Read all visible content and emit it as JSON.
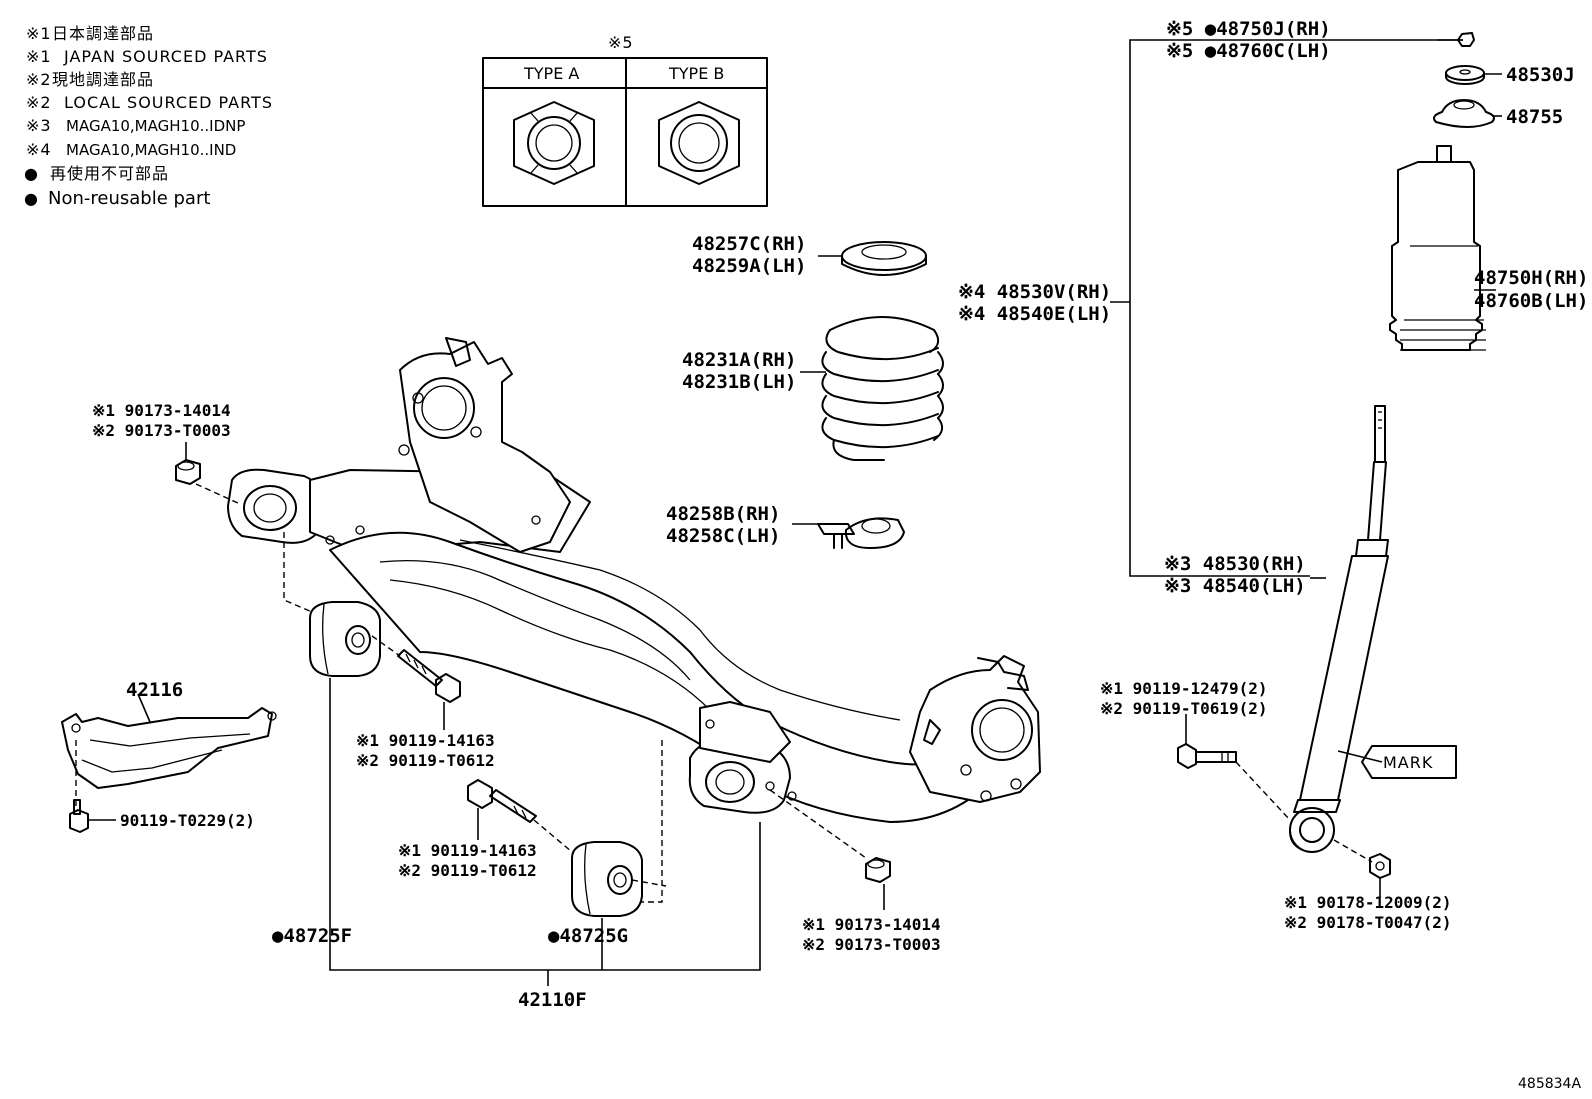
{
  "legend": [
    {
      "mark": "※1",
      "text": "日本調達部品"
    },
    {
      "mark": "※1",
      "text": "JAPAN SOURCED PARTS"
    },
    {
      "mark": "※2",
      "text": "現地調達部品"
    },
    {
      "mark": "※2",
      "text": "LOCAL SOURCED PARTS"
    },
    {
      "mark": "※3",
      "text": "MAGA10,MAGH10..IDNP"
    },
    {
      "mark": "※4",
      "text": "MAGA10,MAGH10..IND"
    },
    {
      "mark": "●",
      "text": "再使用不可部品"
    },
    {
      "mark": "●",
      "text": "Non-reusable part"
    }
  ],
  "nut_types": {
    "mark": "※5",
    "type_a": "TYPE A",
    "type_b": "TYPE B"
  },
  "labels": {
    "p48750J": "※5 ●48750J(RH)",
    "p48760C": "※5 ●48760C(LH)",
    "p48530J": "48530J",
    "p48755": "48755",
    "p48257C": "48257C(RH)",
    "p48259A": "48259A(LH)",
    "p48750H": "48750H(RH)",
    "p48760B": "48760B(LH)",
    "p48530V": "※4 48530V(RH)",
    "p48540E": "※4 48540E(LH)",
    "p48231A": "48231A(RH)",
    "p48231B": "48231B(LH)",
    "p48258B": "48258B(RH)",
    "p48258C": "48258C(LH)",
    "p48530": "※3 48530(RH)",
    "p48540": "※3 48540(LH)",
    "p90173_14014_a": "※1 90173-14014",
    "p90173_T0003_a": "※2 90173-T0003",
    "p42116": "42116",
    "p90119_14163_a": "※1 90119-14163",
    "p90119_T0612_a": "※2 90119-T0612",
    "p90119_12479": "※1 90119-12479(2)",
    "p90119_T0619": "※2 90119-T0619(2)",
    "mark": "MARK",
    "p90119_T0229": "90119-T0229(2)",
    "p90119_14163_b": "※1 90119-14163",
    "p90119_T0612_b": "※2 90119-T0612",
    "p90173_14014_b": "※1 90173-14014",
    "p90173_T0003_b": "※2 90173-T0003",
    "p90178_12009": "※1 90178-12009(2)",
    "p90178_T0047": "※2 90178-T0047(2)",
    "p48725F": "●48725F",
    "p48725G": "●48725G",
    "p42110F": "42110F"
  },
  "figure_id": "485834A"
}
